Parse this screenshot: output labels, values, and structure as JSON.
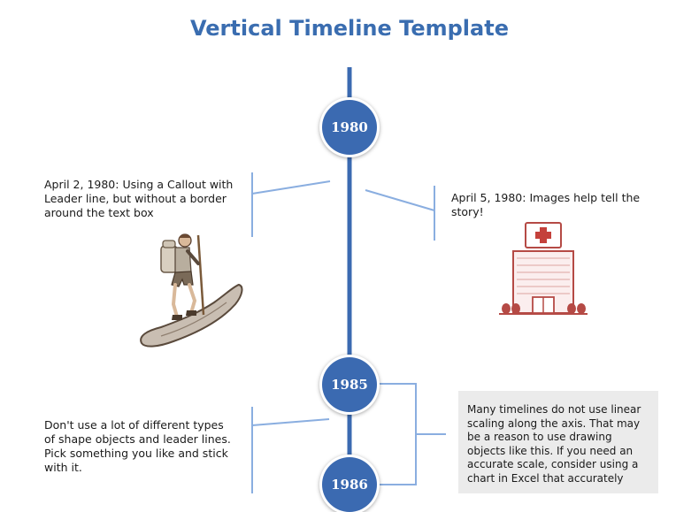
{
  "title": "Vertical Timeline Template",
  "markers": [
    {
      "year": "1980"
    },
    {
      "year": "1985"
    },
    {
      "year": "1986"
    }
  ],
  "callouts": {
    "left_1980": "April 2, 1980: Using a Callout with Leader line, but without a border around the text box",
    "right_1980": "April 5, 1980: Images help tell the story!",
    "left_1985": "Don't use a lot of different types of shape objects and leader lines. Pick something you like and stick with it.",
    "right_1985": "Many timelines do not use linear scaling along the axis.  That may be a reason to use drawing objects like this. If you need an accurate scale, consider using a chart in Excel that accurately"
  },
  "icons": {
    "hiker": "hiker-illustration",
    "hospital": "hospital-building-illustration"
  },
  "colors": {
    "title": "#3a6db0",
    "axis": "#3b6ab1",
    "leader": "#8aaee0",
    "hospital": "#b54a45"
  }
}
